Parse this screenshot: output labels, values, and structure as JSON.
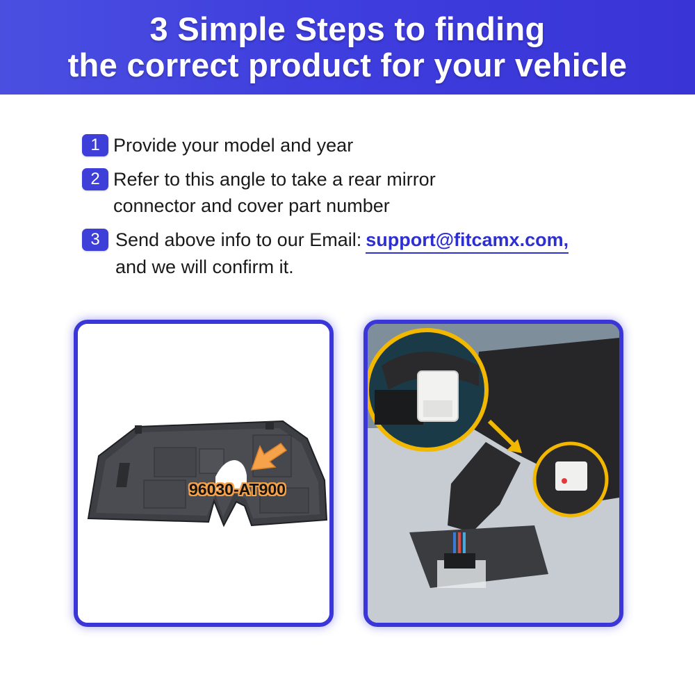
{
  "banner": {
    "line1": "3 Simple Steps to finding",
    "line2": "the correct product for your vehicle"
  },
  "steps": [
    {
      "number": "1",
      "line1": "Provide your model and year"
    },
    {
      "number": "2",
      "line1": "Refer to this angle to take a rear mirror",
      "line2": "connector and cover part number"
    },
    {
      "number": "3",
      "line1_prefix": "Send above info to our Email:",
      "email": "support@fitcamx.com,",
      "line2": "and we will confirm it."
    }
  ],
  "left_image": {
    "part_number": "96030-AT900"
  },
  "colors": {
    "brand_blue": "#3d3fd8",
    "email_blue": "#2e2fd0",
    "callout_orange": "#f5a24a",
    "highlight_yellow": "#f2b800"
  }
}
